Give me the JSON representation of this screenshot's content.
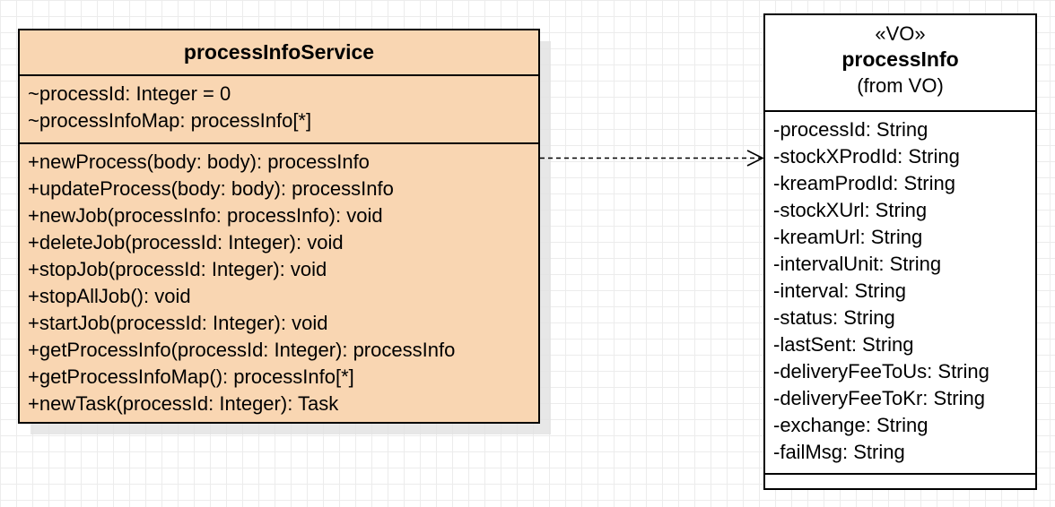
{
  "diagram": {
    "service_class": {
      "name": "processInfoService",
      "attributes": [
        "~processId: Integer = 0",
        "~processInfoMap: processInfo[*]"
      ],
      "operations": [
        "+newProcess(body: body): processInfo",
        "+updateProcess(body: body): processInfo",
        "+newJob(processInfo: processInfo): void",
        "+deleteJob(processId: Integer): void",
        "+stopJob(processId: Integer): void",
        "+stopAllJob(): void",
        "+startJob(processId: Integer): void",
        "+getProcessInfo(processId: Integer): processInfo",
        "+getProcessInfoMap(): processInfo[*]",
        "+newTask(processId: Integer): Task"
      ],
      "fill_color": "#f9d6b2"
    },
    "vo_class": {
      "stereotype": "«VO»",
      "name": "processInfo",
      "package": "(from VO)",
      "attributes": [
        "-processId: String",
        "-stockXProdId: String",
        "-kreamProdId: String",
        "-stockXUrl: String",
        "-kreamUrl: String",
        "-intervalUnit: String",
        "-interval: String",
        "-status: String",
        "-lastSent: String",
        "-deliveryFeeToUs: String",
        "-deliveryFeeToKr: String",
        "-exchange: String",
        "-failMsg: String"
      ],
      "fill_color": "#ffffff"
    },
    "relationship": {
      "type": "dependency",
      "from": "processInfoService",
      "to": "processInfo",
      "line_style": "dashed",
      "arrowhead": "open"
    }
  }
}
